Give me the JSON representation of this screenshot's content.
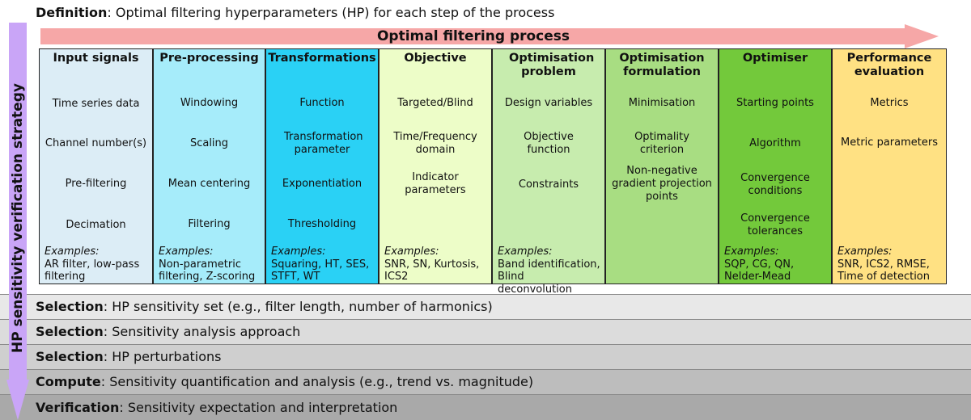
{
  "definition": {
    "label": "Definition",
    "text": ": Optimal filtering hyperparameters (HP) for each step of the process"
  },
  "process_title": "Optimal filtering process",
  "strategy_title": "HP sensitivity verification strategy",
  "columns": [
    {
      "title": "Input signals",
      "bg": "#dcedf6",
      "items": [
        "Time series data",
        "Channel number(s)",
        "Pre-filtering",
        "Decimation"
      ],
      "examples_label": "Examples:",
      "examples": "AR filter, low-pass filtering"
    },
    {
      "title": "Pre-processing",
      "bg": "#a6ecfa",
      "items": [
        "Windowing",
        "Scaling",
        "Mean centering",
        "Filtering"
      ],
      "examples_label": "Examples:",
      "examples": "Non-parametric filtering, Z-scoring"
    },
    {
      "title": "Transformations",
      "bg": "#2ad1f5",
      "items": [
        "Function",
        "Transformation parameter",
        "Exponentiation",
        "Thresholding"
      ],
      "examples_label": "Examples:",
      "examples": "Squaring, HT, SES, STFT, WT"
    },
    {
      "title": "Objective",
      "bg": "#edfdc8",
      "items": [
        "Targeted/Blind",
        "Time/Frequency domain",
        "Indicator parameters"
      ],
      "examples_label": "Examples:",
      "examples": "SNR, SN, Kurtosis, ICS2"
    },
    {
      "title": "Optimisation problem",
      "bg": "#c7ecae",
      "items": [
        "Design variables",
        "Objective function",
        "Constraints"
      ],
      "examples_label": "Examples:",
      "examples": "Band identification, Blind deconvolution"
    },
    {
      "title": "Optimisation formulation",
      "bg": "#a8dd82",
      "items": [
        "Minimisation",
        "Optimality criterion",
        "Non-negative gradient projection points"
      ],
      "examples_label": "",
      "examples": ""
    },
    {
      "title": "Optimiser",
      "bg": "#73c93b",
      "items": [
        "Starting points",
        "Algorithm",
        "Convergence conditions",
        "Convergence tolerances"
      ],
      "examples_label": "Examples:",
      "examples": "SQP, CG, QN, Nelder-Mead"
    },
    {
      "title": "Performance evaluation",
      "bg": "#ffe183",
      "items": [
        "Metrics",
        "Metric parameters"
      ],
      "examples_label": "Examples:",
      "examples": "SNR, ICS2, RMSE, Time of detection"
    }
  ],
  "steps": [
    {
      "label": "Selection",
      "text": ": HP sensitivity set (e.g., filter length, number of harmonics)"
    },
    {
      "label": "Selection",
      "text": ": Sensitivity analysis approach"
    },
    {
      "label": "Selection",
      "text": ": HP perturbations"
    },
    {
      "label": "Compute",
      "text": ": Sensitivity quantification and analysis (e.g., trend vs. magnitude)"
    },
    {
      "label": "Verification",
      "text": ": Sensitivity expectation and interpretation"
    }
  ],
  "colors": {
    "process_arrow": "#f6a7a7",
    "strategy_arrow": "#c9a5f7"
  }
}
